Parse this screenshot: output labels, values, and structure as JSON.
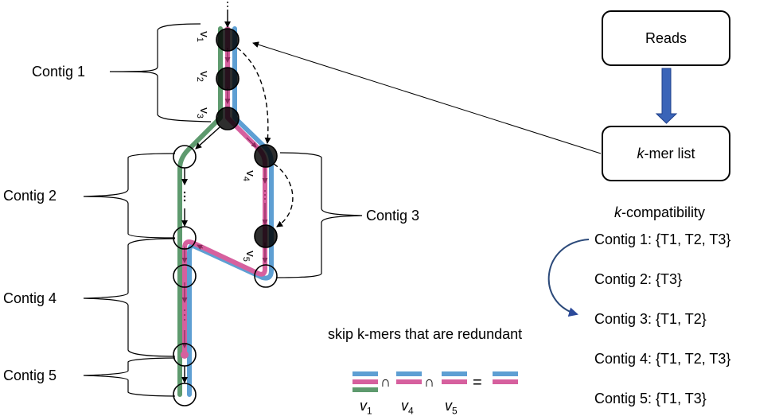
{
  "colors": {
    "strand_t1": "#5e9fd3",
    "strand_t2": "#d6609e",
    "strand_t3": "#5e9a6e",
    "arrow_blue": "#3a64b8",
    "curve_arrow": "#2c4a7a"
  },
  "flow": {
    "reads_label": "Reads",
    "kmer_list_prefix": "k",
    "kmer_list_suffix": "-mer list"
  },
  "contig_labels": [
    "Contig 1",
    "Contig 2",
    "Contig 3",
    "Contig 4",
    "Contig 5"
  ],
  "node_labels": {
    "v1": "v",
    "v1_sub": "1",
    "v2": "v",
    "v2_sub": "2",
    "v3": "v",
    "v3_sub": "3",
    "v4": "v",
    "v4_sub": "4",
    "v5": "v",
    "v5_sub": "5"
  },
  "compatibility": {
    "title_prefix": "k",
    "title_suffix": "-compatibility",
    "rows": [
      "Contig 1: {T1, T2, T3}",
      "Contig 2: {T3}",
      "Contig 3: {T1, T2}",
      "Contig 4: {T1, T2, T3}",
      "Contig 5: {T1, T3}"
    ]
  },
  "skip_note": "skip k-mers that are redundant",
  "equation": {
    "terms": [
      {
        "label": "v",
        "sub": "1",
        "strands": [
          "T1",
          "T2",
          "T3"
        ]
      },
      {
        "label": "v",
        "sub": "4",
        "strands": [
          "T1",
          "T2"
        ]
      },
      {
        "label": "v",
        "sub": "5",
        "strands": [
          "T1",
          "T2"
        ]
      }
    ],
    "intersect_symbol": "∩",
    "equals_symbol": "=",
    "result_strands": [
      "T1",
      "T2"
    ]
  },
  "ellipsis": "⋮"
}
